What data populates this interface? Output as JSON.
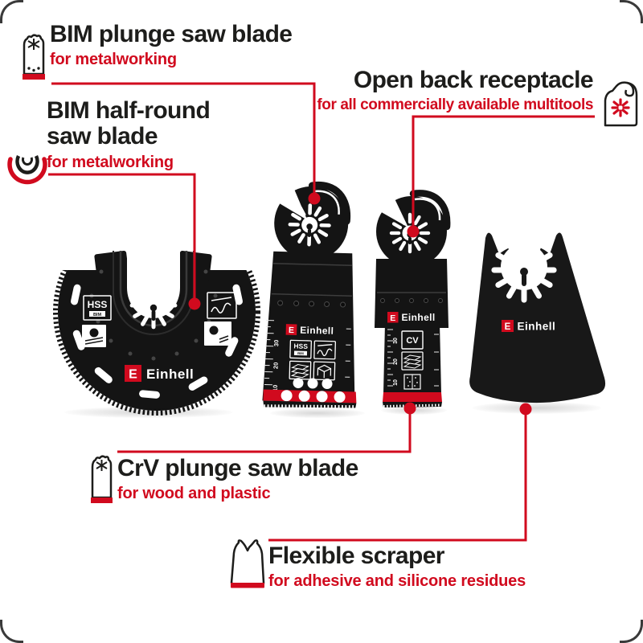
{
  "colors": {
    "red": "#d10a1e",
    "ink": "#1d1d1b",
    "blade_black": "#141414"
  },
  "callouts": {
    "bim_plunge": {
      "title": "BIM plunge saw blade",
      "subtitle": "for metalworking"
    },
    "bim_half_round": {
      "title": "BIM half-round saw blade",
      "subtitle": "for metalworking"
    },
    "open_back": {
      "title": "Open back receptacle",
      "subtitle": "for all commercially available multitools"
    },
    "crv_plunge": {
      "title": "CrV plunge saw blade",
      "subtitle": "for wood and plastic"
    },
    "flexible_scraper": {
      "title": "Flexible scraper",
      "subtitle": "for adhesive and silicone residues"
    }
  },
  "products": {
    "half_round": {
      "brand": "Einhell",
      "brand_initial": "E",
      "mark": "HSS",
      "mark_sub": "BIM"
    },
    "plunge": {
      "brand": "Einhell",
      "brand_initial": "E",
      "mark": "HSS",
      "mark_sub": "BIM",
      "ruler": [
        "30",
        "20",
        "10"
      ]
    },
    "crv": {
      "brand": "Einhell",
      "brand_initial": "E",
      "mark": "CV",
      "ruler": [
        "30",
        "20",
        "10"
      ]
    },
    "scraper": {
      "brand": "Einhell",
      "brand_initial": "E"
    }
  }
}
